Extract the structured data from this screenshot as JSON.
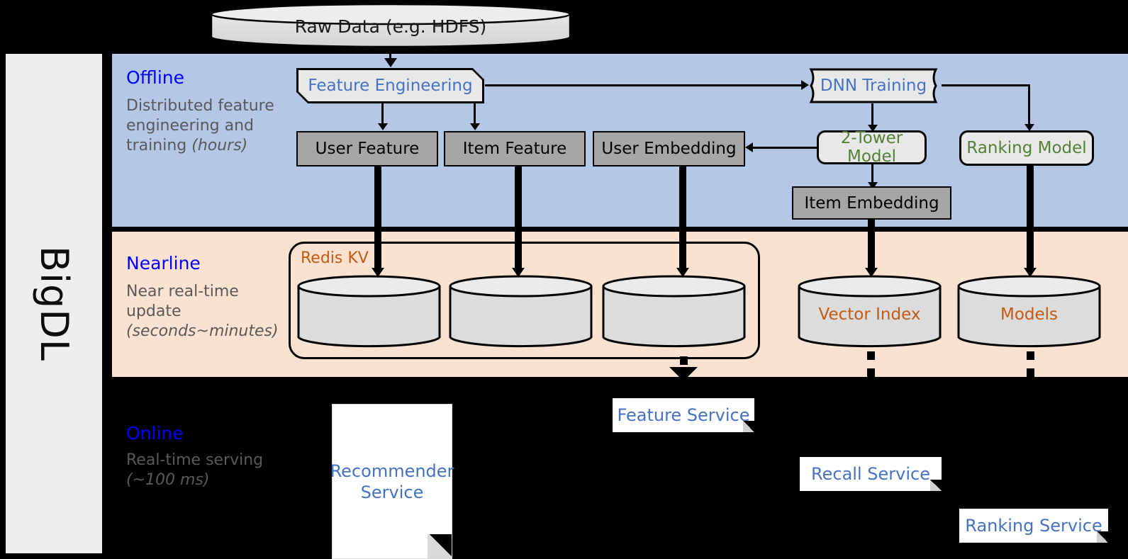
{
  "sidebar": {
    "label": "BigDL"
  },
  "bands": {
    "offline": {
      "title": "Offline",
      "desc_line1": "Distributed feature engineering and training ",
      "desc_em": "(hours)"
    },
    "nearline": {
      "title": "Nearline",
      "desc_line1": "Near real-time update ",
      "desc_em": "(seconds~minutes)"
    },
    "online": {
      "title": "Online",
      "desc_line1": "Real-time serving ",
      "desc_em": "(~100 ms)"
    }
  },
  "nodes": {
    "raw_data": "Raw Data (e.g. HDFS)",
    "feature_engineering": "Feature Engineering",
    "dnn_training": "DNN Training",
    "user_feature": "User Feature",
    "item_feature": "Item Feature",
    "user_embedding": "User Embedding",
    "two_tower_model": "2-Tower Model",
    "ranking_model": "Ranking Model",
    "item_embedding": "Item Embedding",
    "redis_kv": "Redis KV",
    "vector_index": "Vector Index",
    "models": "Models",
    "feature_service": "Feature Service",
    "recall_service": "Recall Service",
    "ranking_service": "Ranking Service",
    "recommender_service_line1": "Recommender",
    "recommender_service_line2": "Service"
  },
  "colors": {
    "offline_band": "#b4c7e7",
    "nearline_band": "#fbe2d0",
    "online_band": "#000000",
    "sidebar": "#eeeeee",
    "band_title": "#0000ff",
    "band_desc": "#595959",
    "blue_text": "#4472c4",
    "green_text": "#548235",
    "orange_text": "#c55a11",
    "gray_box": "#a6a6a6",
    "proc_box": "#e8e8e8",
    "cylinder": "#d9d9d9"
  }
}
